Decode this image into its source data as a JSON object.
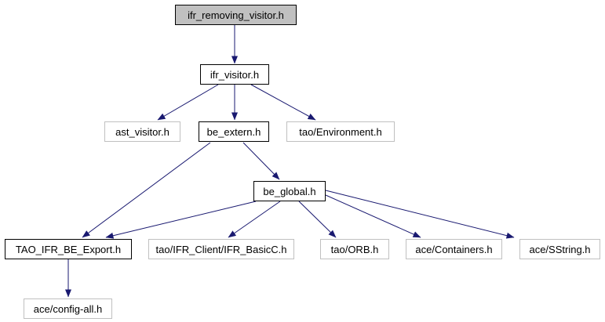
{
  "graph": {
    "type": "include-dependency-graph",
    "background": "#ffffff",
    "edge_color": "#191970",
    "node_border_color": "#000000",
    "leaf_border_color": "#c0c0c0",
    "root_fill_color": "#c0c0c0",
    "text_color": "#000000"
  },
  "nodes": {
    "root": {
      "label": "ifr_removing_visitor.h"
    },
    "ifr_visitor": {
      "label": "ifr_visitor.h"
    },
    "ast_visitor": {
      "label": "ast_visitor.h"
    },
    "be_extern": {
      "label": "be_extern.h"
    },
    "tao_environment": {
      "label": "tao/Environment.h"
    },
    "be_global": {
      "label": "be_global.h"
    },
    "tao_ifr_be_export": {
      "label": "TAO_IFR_BE_Export.h"
    },
    "ifr_basicc": {
      "label": "tao/IFR_Client/IFR_BasicC.h"
    },
    "tao_orb": {
      "label": "tao/ORB.h"
    },
    "ace_containers": {
      "label": "ace/Containers.h"
    },
    "ace_sstring": {
      "label": "ace/SString.h"
    },
    "ace_config_all": {
      "label": "ace/config-all.h"
    }
  },
  "edges": [
    {
      "from": "ifr_removing_visitor.h",
      "to": "ifr_visitor.h"
    },
    {
      "from": "ifr_visitor.h",
      "to": "ast_visitor.h"
    },
    {
      "from": "ifr_visitor.h",
      "to": "be_extern.h"
    },
    {
      "from": "ifr_visitor.h",
      "to": "tao/Environment.h"
    },
    {
      "from": "be_extern.h",
      "to": "be_global.h"
    },
    {
      "from": "be_extern.h",
      "to": "TAO_IFR_BE_Export.h"
    },
    {
      "from": "be_global.h",
      "to": "TAO_IFR_BE_Export.h"
    },
    {
      "from": "be_global.h",
      "to": "tao/IFR_Client/IFR_BasicC.h"
    },
    {
      "from": "be_global.h",
      "to": "tao/ORB.h"
    },
    {
      "from": "be_global.h",
      "to": "ace/Containers.h"
    },
    {
      "from": "be_global.h",
      "to": "ace/SString.h"
    },
    {
      "from": "TAO_IFR_BE_Export.h",
      "to": "ace/config-all.h"
    }
  ]
}
